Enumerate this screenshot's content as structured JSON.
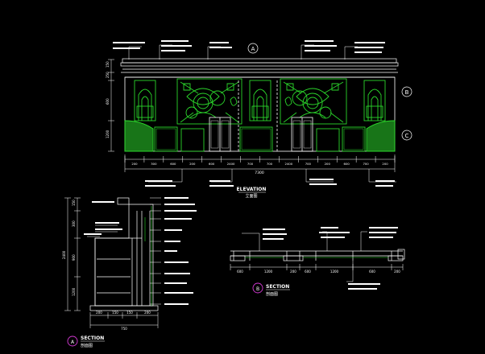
{
  "colors": {
    "background": "#000000",
    "linework": "#ffffff",
    "ornament": "#2bd62b",
    "dimension": "#d63ad6",
    "cutline": "#e03030"
  },
  "elevation": {
    "title": "ELEVATION",
    "subtitle": "立面图",
    "marker_top": "A",
    "marker_right_1": "B",
    "marker_right_2": "C",
    "dims_bottom": [
      "200",
      "300",
      "600",
      "200",
      "600",
      "2400",
      "700",
      "700",
      "2400",
      "700",
      "200",
      "600",
      "700",
      "200"
    ],
    "total": "7300",
    "dims_left": [
      "150",
      "250",
      "600",
      "1200"
    ]
  },
  "section_a": {
    "title": "SECTION",
    "subtitle": "剖面图",
    "marker": "A",
    "dims_bottom": [
      "200",
      "150",
      "150",
      "200"
    ],
    "total": "750",
    "dims_left": [
      "150",
      "300",
      "900",
      "1200"
    ],
    "total_left": "2400"
  },
  "section_b": {
    "title": "SECTION",
    "subtitle": "剖面图",
    "marker": "B",
    "dims": [
      "600",
      "200",
      "1200",
      "600",
      "200",
      "1200",
      "600"
    ]
  }
}
